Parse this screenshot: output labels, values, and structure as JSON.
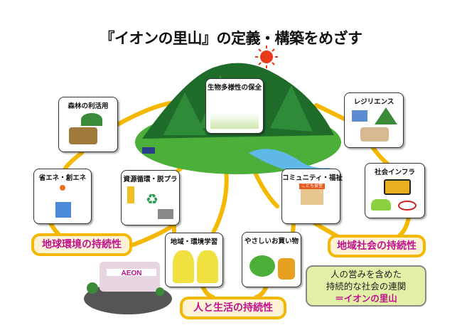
{
  "title": "『イオンの里山』の定義・構築をめざす",
  "cards": {
    "biodiversity": "生物多様性の保全",
    "forest": "森林の利活用",
    "energy": "省エネ・創エネ",
    "resource": "資源循環・脱プラ",
    "learning": "地域・環境学習",
    "shopping": "やさしいお買い物",
    "community": "コミュニティ・福祉",
    "resilience": "レジリエンス",
    "infra": "社会インフラ"
  },
  "community_sign": "こども食堂",
  "mall_sign": "AEON",
  "pillars": {
    "global": "地球環境の持続性",
    "regional": "地域社会の持続性",
    "life": "人と生活の持続性"
  },
  "note": {
    "line1": "人の営みを含めた",
    "line2": "持続的な社会の連関",
    "line3": "＝イオンの里山"
  },
  "colors": {
    "ring": "#f5b800",
    "pillar_text": "#c0128e",
    "note_bg": "#e3efa6"
  }
}
